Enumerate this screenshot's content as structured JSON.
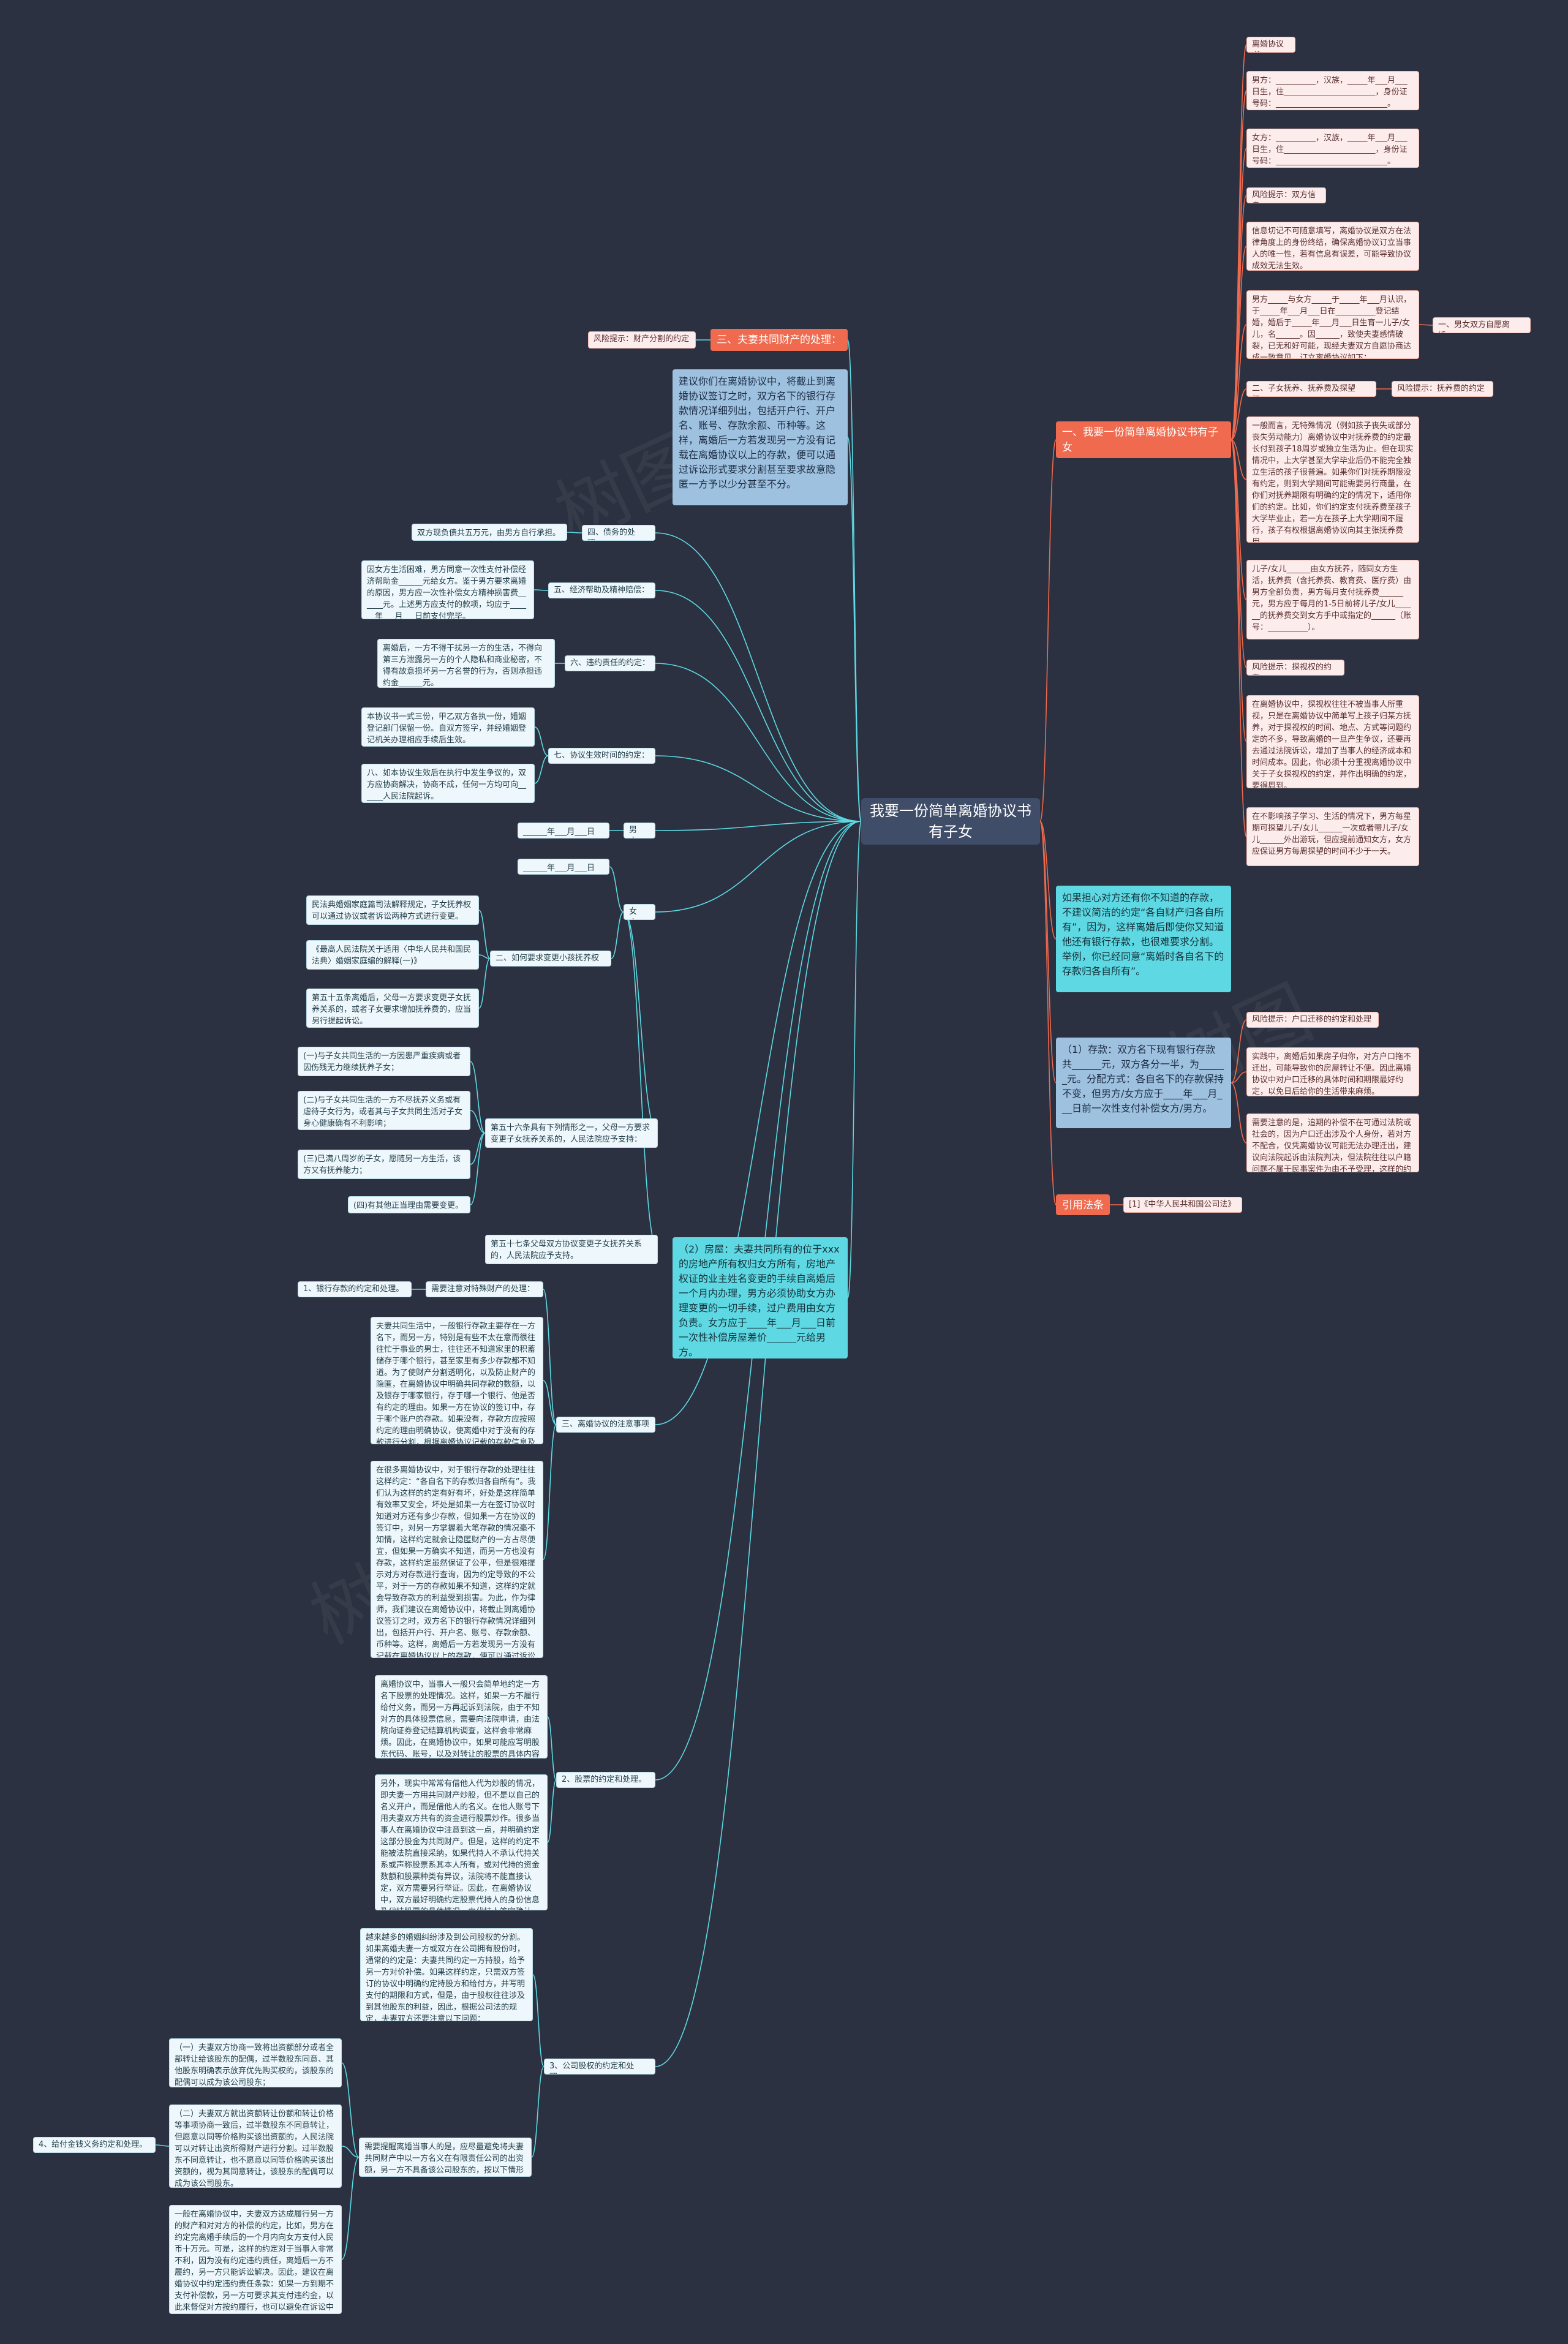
{
  "root": "我要一份简单离婚协议书有子女",
  "left": {
    "section3_title": "三、夫妻共同财产的处理：",
    "section3_tag": "风险提示：财产分割的约定",
    "savings_advice": "建议你们在离婚协议中，将截止到离婚协议签订之时，双方名下的银行存款情况详细列出，包括开户行、开户名、账号、存款余额、币种等。这样，离婚后一方若发现另一方没有记载在离婚协议以上的存款，便可以通过诉讼形式要求分割甚至要求故意隐匿一方予以少分甚至不分。",
    "s4_label": "四、债务的处理：",
    "s4_text": "双方现负债共五万元，由男方自行承担。",
    "s5_label": "五、经济帮助及精神赔偿：",
    "s5_text": "因女方生活困难，男方同意一次性支付补偿经济帮助金______元给女方。鉴于男方要求离婚的原因，男方应一次性补偿女方精神损害费______元。上述男方应支付的款项，均应于______年___月___日前支付完毕。",
    "s6_label": "六、违约责任的约定：",
    "s6_text": "离婚后，一方不得干扰另一方的生活，不得向第三方泄露另一方的个人隐私和商业秘密，不得有故意损坏另一方名誉的行为，否则承担违约金______元。",
    "s7_label": "七、协议生效时间的约定：",
    "s7_text1": "本协议书一式三份，甲乙双方各执一份，婚姻登记部门保留一份。自双方签字，并经婚姻登记机关办理相应手续后生效。",
    "s7_text2": "八、如本协议生效后在执行中发生争议的，双方应协商解决，协商不成，任何一方均可向______人民法院起诉。",
    "male_label": "男方：",
    "male_date": "______年___月___日",
    "female_label": "女方：",
    "female_date": "______年___月___日",
    "s2_label": "二、如何要求变更小孩抚养权",
    "s2_t1": "民法典婚姻家庭篇司法解释规定，子女抚养权可以通过协议或者诉讼两种方式进行变更。",
    "s2_t2": "《最高人民法院关于适用〈中华人民共和国民法典〉婚姻家庭编的解释(一)》",
    "s2_t3": "第五十五条离婚后，父母一方要求变更子女抚养关系的，或者子女要求增加抚养费的，应当另行提起诉讼。",
    "art56_label": "第五十六条具有下列情形之一，父母一方要求变更子女抚养关系的，人民法院应予支持：",
    "art56_1": "(一)与子女共同生活的一方因患严重疾病或者因伤残无力继续抚养子女；",
    "art56_2": "(二)与子女共同生活的一方不尽抚养义务或有虐待子女行为，或者其与子女共同生活对子女身心健康确有不利影响；",
    "art56_3": "(三)已满八周岁的子女，愿随另一方生活，该方又有抚养能力；",
    "art56_4": "(四)有其他正当理由需要变更。",
    "art57": "第五十七条父母双方协议变更子女抚养关系的，人民法院应予支持。",
    "house": "（2）房屋：夫妻共同所有的位于xxx的房地产所有权归女方所有，房地产权证的业主姓名变更的手续自离婚后一个月内办理，男方必须协助女方办理变更的一切手续，过户费用由女方负责。女方应于____年___月___日前一次性补偿房屋差价______元给男方。",
    "s3_label": "三、离婚协议的注意事项",
    "bank_label": "需要注意对特殊财产的处理：",
    "bank_title": "1、银行存款的约定和处理。",
    "bank_t1": "夫妻共同生活中，一般银行存款主要存在一方名下，而另一方，特别是有些不太在意而很往往忙于事业的男士，往往还不知道家里的积蓄储存于哪个银行，甚至家里有多少存款都不知道。为了使财产分割透明化，以及防止财产的隐匿，在离婚协议中明确共同存款的数额，以及银存于哪家银行，存于哪一个银行、他是否有约定的理由。如果一方在协议的签订中，存于哪个账户的存款。如果没有，存款方应按照约定的理由明确协议，使离婚中对于没有的存款进行分割，根据离婚协议记载的存款信息及时查询存款的支取情况，及时防范财产的转移。",
    "bank_t2": "在很多离婚协议中，对于银行存款的处理往往这样约定：“各自名下的存款归各自所有”。我们认为这样的约定有好有坏，好处是这样简单有效率又安全，坏处是如果一方在签订协议时知道对方还有多少存款，但如果一方在协议的签订中，对另一方掌握着大笔存款的情况毫不知情，这样约定就会让隐匿财产的一方占尽便宜，但如果一方确实不知道，而另一方也没有存款，这样约定虽然保证了公平，但是很难提示对方对存款进行查询，因为约定导致的不公平，对于一方的存款如果不知道，这样约定就会导致存款方的利益受到损害。为此，作为律师，我们建议在离婚协议中，将截止到离婚协议签订之时，双方名下的银行存款情况详细列出，包括开户行、开户名、账号、存款余额、币种等。这样，离婚后一方若发现另一方没有记载在离婚协议以上的存款，便可以通过诉讼形式要求分割甚至要求故意隐匿一方予以少分甚至不分。",
    "stock_title": "2、股票的约定和处理。",
    "stock_t1": "离婚协议中，当事人一般只会简单地约定一方名下股票的处理情况。这样，如果一方不履行给付义务，而另一方再起诉到法院，由于不知对方的具体股票信息，需要向法院申请，由法院向证券登记结算机构调查，这样会非常麻烦。因此，在离婚协议中，如果可能应写明股东代码、账号，以及对转让的股票的具体内容等。",
    "stock_t2": "另外，现实中常常有借他人代为炒股的情况，即夫妻一方用共同财产炒股，但不是以自己的名义开户，而是借他人的名义。在他人账号下用夫妻双方共有的资金进行股票炒作。很多当事人在离婚协议中注意到这一点，并明确约定这部分股金为共同财产。但是，这样的约定不能被法院直接采纳，如果代持人不承认代持关系或声称股票系其本人所有，或对代持的资金数额和股票种类有异议，法院将不能直接认定，双方需要另行举证。因此，在离婚协议中，双方最好明确约定股票代持人的身份信息及代持股票的具体情况，由代持人签字确认，以便日后履行。",
    "company_title": "3、公司股权的约定和处理。",
    "company_t1": "越来越多的婚姻纠纷涉及到公司股权的分割。如果离婚夫妻一方或双方在公司拥有股份时，通常的约定是：夫妻共同约定一方持股，给予另一方对价补偿。如果这样约定，只需双方签订的协议中明确约定持股方和给付方，并写明支付的期限和方式，但是，由于股权往往涉及到其他股东的利益，因此，根据公司法的规定，夫妻双方还要注意以下问题：",
    "company_t2": "（一）夫妻双方协商一致将出资额部分或者全部转让给该股东的配偶，过半数股东同意、其他股东明确表示放弃优先购买权的，该股东的配偶可以成为该公司股东；",
    "company_t3": "（二）夫妻双方就出资额转让份额和转让价格等事项协商一致后，过半数股东不同意转让，但愿意以同等价格购买该出资额的，人民法院可以对转让出资所得财产进行分割。过半数股东不同意转让，也不愿意以同等价格购买该出资额的，视为其同意转让，该股东的配偶可以成为该公司股东。",
    "company_t4": "需要提醒离婚当事人的是，应尽量避免将夫妻共同财产中以一方名义在有限责任公司的出资额，另一方不具备该公司股东的，按以下情形分别处理。",
    "company_t5": "一般在离婚协议中，夫妻双方达成履行另一方的财产和对对方的补偿的约定，比如，男方在约定完离婚手续后的一个月内向女方支付人民币十万元。可是，这样的约定对于当事人非常不利，因为没有约定违约责任，离婚后一方不履约，另一方只能诉讼解决。因此，建议在离婚协议中约定违约责任条款：如果一方到期不支付补偿款，另一方可要求其支付违约金，以此来督促对方按约履行，也可以避免在诉讼中产生额外的成本。",
    "item4": "4、给付金钱义务约定和处理。"
  },
  "right": {
    "b1_title": "一、我要一份简单离婚协议书有子女",
    "head_tag": "离婚协议书",
    "male_info": "男方：__________，汉族，_____年___月___日生，住_______________________，身份证号码：____________________________。",
    "female_info": "女方：__________，汉族，_____年___月___日生，住_______________________，身份证号码：____________________________。",
    "risk1": "风险提示：双方信息",
    "risk1_text": "信息切记不可随意填写，离婚协议是双方在法律角度上的身份终结，确保离婚协议订立当事人的唯一性，若有信息有误差，可能导致协议成效无法生效。",
    "marriage_text": "男方_____与女方_____于_____年___月认识，于_____年___月___日在__________登记结婚，婚后于_____年___月___日生育一儿子/女儿，名______。因______，致使夫妻感情破裂，已无和好可能，现经夫妻双方自愿协商达成一致意见，订立离婚协议如下：",
    "item1": "一、男女双方自愿离婚。",
    "item2": "二、子女抚养、抚养费及探望权：",
    "risk2": "风险提示：抚养费的约定",
    "custody_text": "一般而言，无特殊情况（例如孩子丧失或部分丧失劳动能力）离婚协议中对抚养费的约定最长付到孩子18周岁或独立生活为止。但在现实情况中，上大学甚至大学毕业后仍不能完全独立生活的孩子很普遍。如果你们对抚养期限没有约定，则到大学期间可能需要另行商量，在你们对抚养期限有明确约定的情况下，适用你们的约定。比如，你们约定支付抚养费至孩子大学毕业止，若一方在孩子上大学期间不履行，孩子有权根据离婚协议向其主张抚养费用。",
    "child_text": "儿子/女儿______由女方抚养，随同女方生活，抚养费（含托养费、教育费、医疗费）由男方全部负责，男方每月支付抚养费______元，男方应于每月的1-5日前将儿子/女儿______的抚养费交到女方手中或指定的______（账号：__________）。",
    "risk3": "风险提示：探视权的约定",
    "visit_text1": "在离婚协议中，探视权往往不被当事人所重视，只是在离婚协议中简单写上孩子归某方抚养，对于探视权的时间、地点、方式等问题约定的不多，导致离婚的一旦产生争议，还要再去通过法院诉讼，增加了当事人的经济成本和时间成本。因此，你必须十分重视离婚协议中关于子女探视权的约定，并作出明确的约定，要得周到。",
    "visit_text2": "在不影响孩子学习、生活的情况下，男方每星期可探望儿子/女儿______一次或者带儿子/女儿______外出游玩，但应提前通知女方，女方应保证男方每周探望的时间不少于一天。",
    "hidden_q": "如果担心对方还有你不知道的存款，不建议简洁的约定“各自财产归各自所有”，因为，这样离婚后即使你又知道他还有银行存款，也很难要求分割。举例，你已经同意“离婚时各自名下的存款归各自所有”。",
    "deposit_text": "（1）存款：双方名下现有银行存款共______元，双方各分一半，为______元。分配方式：各自名下的存款保持不变，但男方/女方应于____年___月___日前一次性支付补偿女方/男方。",
    "risk4": "风险提示：户口迁移的约定和处理",
    "hukou_text1": "实践中，离婚后如果房子归你，对方户口拖不迁出，可能导致你的房屋转让不便。因此离婚协议中对户口迁移的具体时间和期限最好约定，以免日后给你的生活带来麻烦。",
    "hukou_text2": "需要注意的是，追期的补偿不在可通过法院或社会的，因为户口迁出涉及个人身份，若对方不配合，仅凭离婚协议可能无法办理迁出，建议向法院起诉由法院判决，但法院往往以户籍问题不属于民事案件为由不予受理，这样的约定只能作为提醒。",
    "law_label": "引用法条",
    "law_ref": "[1]《中华人民共和国公司法》"
  },
  "colors": {
    "bg": "#2b3140",
    "root": "#3f4d68",
    "orange": "#ef6a4e",
    "blue": "#9ec1e0",
    "cyan": "#5ed9e3",
    "wire_left": "#5ed9e3",
    "wire_right": "#ef6a4e"
  }
}
